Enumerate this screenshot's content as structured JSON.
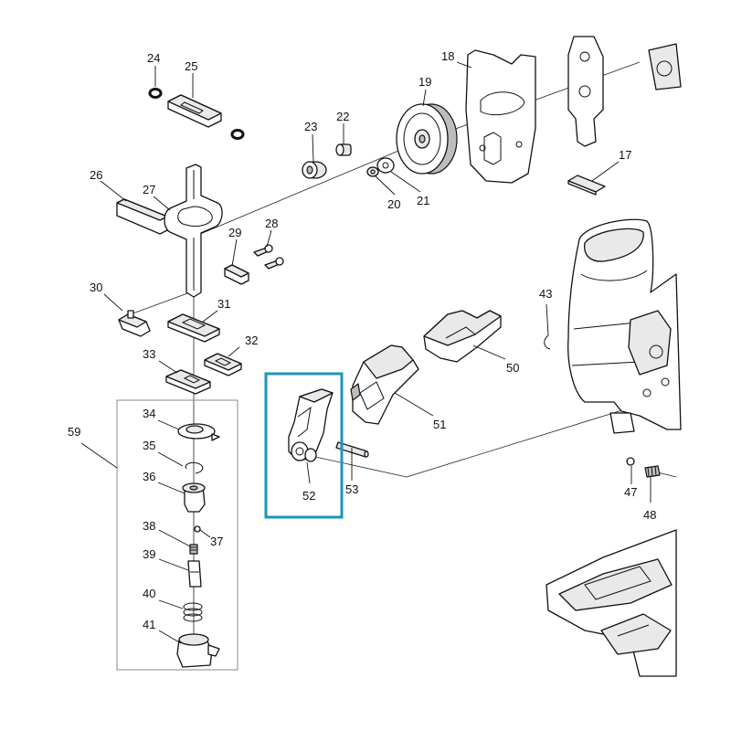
{
  "diagram": {
    "highlight_color": "#1a97b8",
    "callouts": {
      "c17": "17",
      "c18": "18",
      "c19": "19",
      "c20": "20",
      "c21": "21",
      "c22": "22",
      "c23": "23",
      "c24": "24",
      "c25": "25",
      "c26": "26",
      "c27": "27",
      "c28": "28",
      "c29": "29",
      "c30": "30",
      "c31": "31",
      "c32": "32",
      "c33": "33",
      "c34": "34",
      "c35": "35",
      "c36": "36",
      "c37": "37",
      "c38": "38",
      "c39": "39",
      "c40": "40",
      "c41": "41",
      "c43": "43",
      "c47": "47",
      "c48": "48",
      "c50": "50",
      "c51": "51",
      "c52": "52",
      "c53": "53",
      "c59": "59"
    }
  }
}
